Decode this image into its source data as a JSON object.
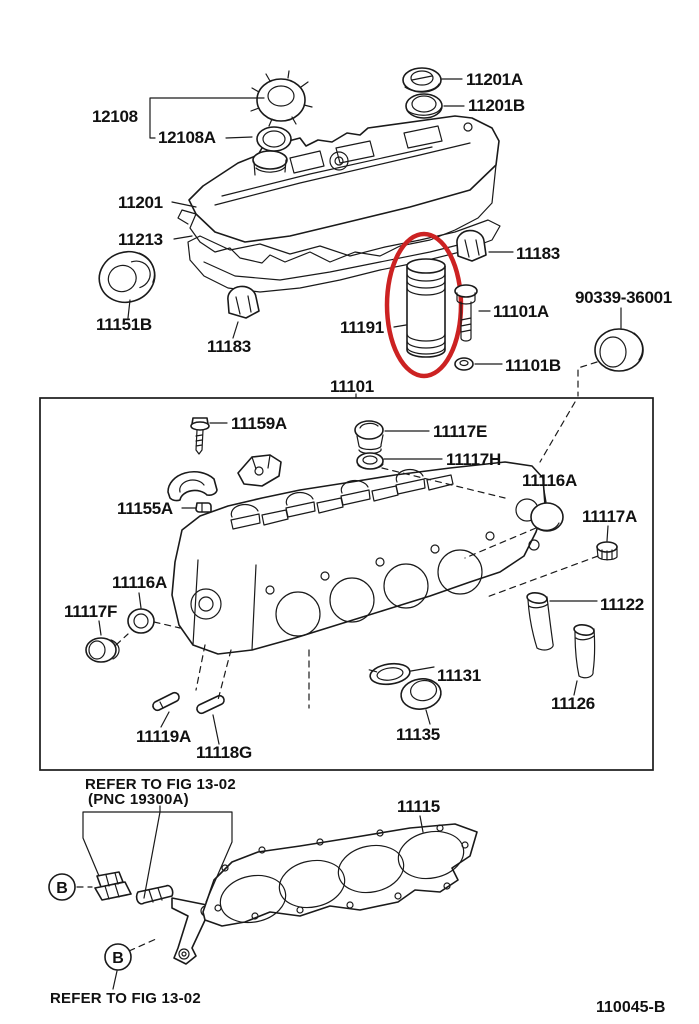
{
  "labels": {
    "l12108": "12108",
    "l12108A": "12108A",
    "l11201A": "11201A",
    "l11201B": "11201B",
    "l11201": "11201",
    "l11213": "11213",
    "l11151B": "11151B",
    "l11183_left": "11183",
    "l11183_right": "11183",
    "l11191": "11191",
    "l11101A": "11101A",
    "l11101B": "11101B",
    "l90339": "90339-36001",
    "l11101": "11101",
    "l11159A": "11159A",
    "l11117E": "11117E",
    "l11117H": "11117H",
    "l11155A": "11155A",
    "l11116A_right": "11116A",
    "l11117A": "11117A",
    "l11116A_left": "11116A",
    "l11117F": "11117F",
    "l11122": "11122",
    "l11131": "11131",
    "l11126": "11126",
    "l11135": "11135",
    "l11119A": "11119A",
    "l11118G": "11118G",
    "l11115": "11115"
  },
  "notes": {
    "refer_fig_top": "REFER TO FIG 13-02",
    "pnc_ref": "(PNC 19300A)",
    "refer_fig_bottom": "REFER TO FIG 13-02",
    "callout_b1": "B",
    "callout_b2": "B"
  },
  "footer": {
    "figure_code": "110045-B"
  },
  "highlight": {
    "part": "11191"
  },
  "colors": {
    "line": "#1a1a1a",
    "highlight": "#cc2222",
    "background": "#ffffff"
  }
}
